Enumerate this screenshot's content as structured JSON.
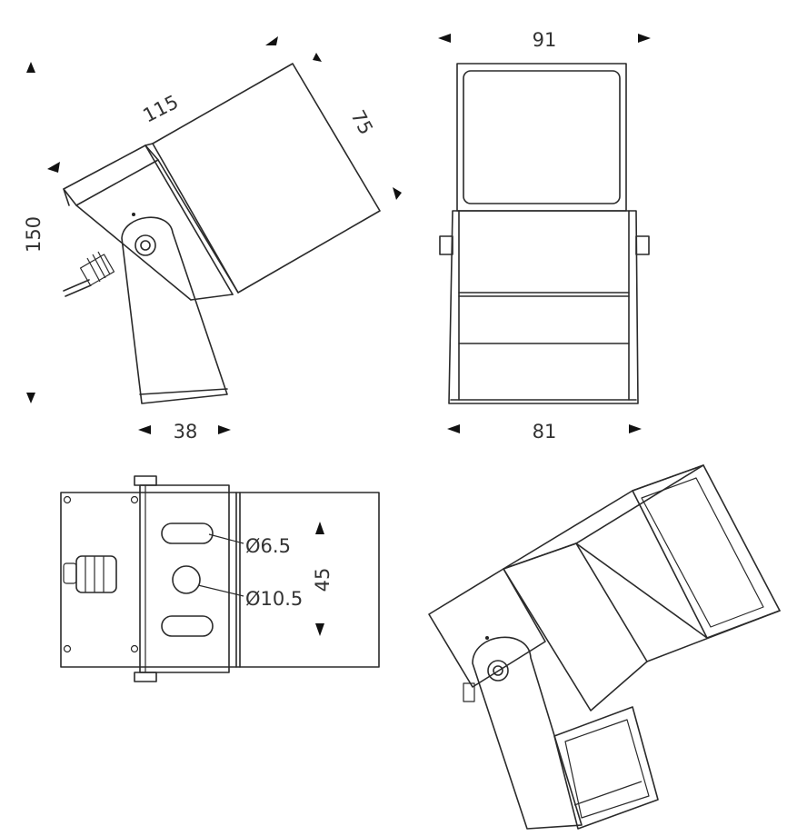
{
  "side_view": {
    "length": "115",
    "depth": "75",
    "height": "150",
    "base_width": "38"
  },
  "front_view": {
    "top_width": "91",
    "bottom_width": "81"
  },
  "bottom_view": {
    "slot_diameter": "Ø6.5",
    "hole_diameter": "Ø10.5",
    "hole_spacing": "45"
  }
}
